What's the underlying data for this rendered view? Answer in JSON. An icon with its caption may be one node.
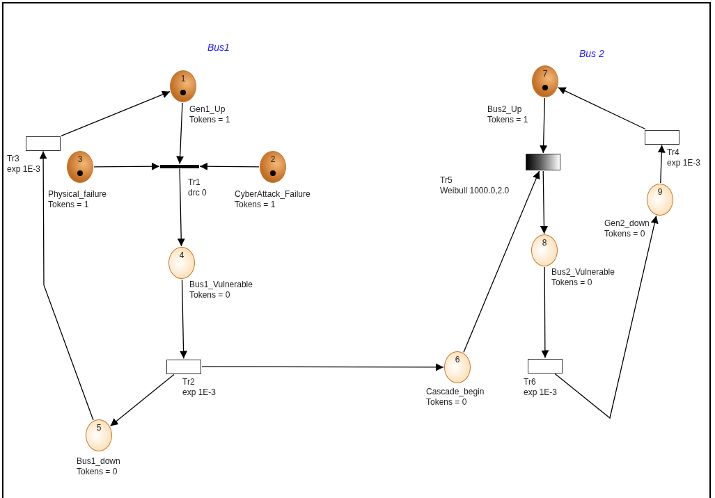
{
  "diagram": {
    "nodes": [
      {
        "text": [
          "1"
        ],
        "beside": [
          "Gen1_Up",
          "Tokens = 1"
        ]
      },
      {
        "text": [
          "7"
        ],
        "beside": [
          "Bus2_Up",
          "Tokens = 1"
        ]
      },
      {
        "text": [],
        "shape": "box",
        "beside": [
          "Tr4",
          "exp 1E-3"
        ]
      },
      {
        "text": [],
        "shape": "box",
        "beside": [
          "Tr3",
          "exp 1E-3"
        ]
      },
      {
        "text": [],
        "shape": "box",
        "beside": [
          "Tr5",
          "Weibull 1000.0,2.0"
        ]
      },
      {
        "text": [
          "3"
        ],
        "beside": [
          "Physical_failure",
          "Tokens = 1"
        ]
      },
      {
        "text": [],
        "shape": "bar",
        "beside": [
          "Tr1",
          "drc 0"
        ]
      },
      {
        "text": [
          "2"
        ],
        "beside": [
          "CyberAttack_Failure",
          "Tokens = 1"
        ]
      },
      {
        "text": [
          "9"
        ],
        "beside": [
          "Gen2_down",
          "Tokens = 0"
        ]
      },
      {
        "text": [
          "8"
        ],
        "beside": [
          "Bus2_Vulnerable",
          "Tokens = 0"
        ]
      },
      {
        "text": [
          "4"
        ],
        "beside": [
          "Bus1_Vulnerable",
          "Tokens = 0"
        ]
      },
      {
        "text": [],
        "shape": "box",
        "beside": [
          "Tr2",
          "exp 1E-3"
        ]
      },
      {
        "text": [],
        "shape": "box",
        "beside": [
          "Tr6",
          "exp 1E-3"
        ]
      },
      {
        "text": [
          "6"
        ],
        "beside": [
          "Cascade_begin",
          "Tokens = 0"
        ]
      },
      {
        "text": [
          "5"
        ],
        "beside": [
          "Bus1_down",
          "Tokens = 0"
        ]
      }
    ],
    "edges": [
      {
        "from": 3,
        "to": 0,
        "arrow": "to"
      },
      {
        "from": 0,
        "to": 6,
        "arrow": "to"
      },
      {
        "from": 5,
        "to": 6,
        "arrow": "to"
      },
      {
        "from": 7,
        "to": 6,
        "arrow": "to"
      },
      {
        "from": 6,
        "to": 10,
        "arrow": "to"
      },
      {
        "from": 10,
        "to": 11,
        "arrow": "to"
      },
      {
        "from": 11,
        "to": 13,
        "arrow": "to"
      },
      {
        "from": 11,
        "to": 14,
        "arrow": "to"
      },
      {
        "from": 14,
        "to": 3,
        "arrow": "to"
      },
      {
        "from": 13,
        "to": 4,
        "arrow": "to"
      },
      {
        "from": 1,
        "to": 4,
        "arrow": "to"
      },
      {
        "from": 4,
        "to": 9,
        "arrow": "to"
      },
      {
        "from": 9,
        "to": 12,
        "arrow": "to"
      },
      {
        "from": 12,
        "to": 8,
        "arrow": "to"
      },
      {
        "from": 8,
        "to": 2,
        "arrow": "to"
      },
      {
        "from": 2,
        "to": 1,
        "arrow": "to"
      }
    ],
    "labels": [
      "Bus1",
      "Bus 2"
    ]
  }
}
